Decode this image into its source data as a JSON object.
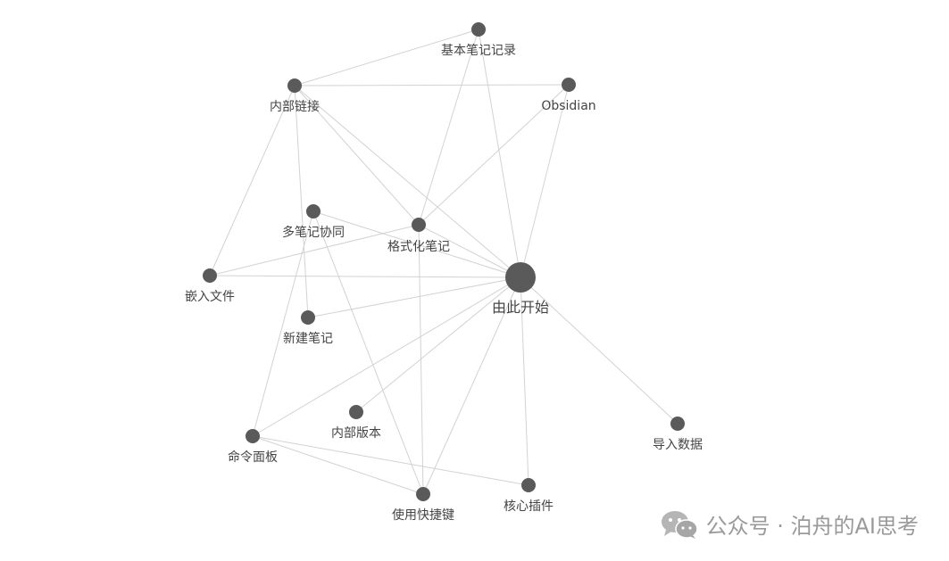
{
  "graph": {
    "hub_color": "#5a5a5a",
    "edge_color": "#d2d2d2",
    "nodes": [
      {
        "id": "start",
        "label": "由此开始",
        "hub": true
      },
      {
        "id": "basic",
        "label": "基本笔记记录"
      },
      {
        "id": "obsidian",
        "label": "Obsidian"
      },
      {
        "id": "internal-link",
        "label": "内部链接"
      },
      {
        "id": "multi-note",
        "label": "多笔记协同"
      },
      {
        "id": "format",
        "label": "格式化笔记"
      },
      {
        "id": "embed",
        "label": "嵌入文件"
      },
      {
        "id": "new-note",
        "label": "新建笔记"
      },
      {
        "id": "version",
        "label": "内部版本"
      },
      {
        "id": "command",
        "label": "命令面板"
      },
      {
        "id": "shortcut",
        "label": "使用快捷键"
      },
      {
        "id": "plugin",
        "label": "核心插件"
      },
      {
        "id": "import",
        "label": "导入数据"
      }
    ],
    "edges": [
      [
        "basic",
        "internal-link"
      ],
      [
        "internal-link",
        "obsidian"
      ],
      [
        "basic",
        "start"
      ],
      [
        "basic",
        "format"
      ],
      [
        "obsidian",
        "format"
      ],
      [
        "obsidian",
        "start"
      ],
      [
        "internal-link",
        "embed"
      ],
      [
        "internal-link",
        "new-note"
      ],
      [
        "internal-link",
        "format"
      ],
      [
        "internal-link",
        "start"
      ],
      [
        "multi-note",
        "start"
      ],
      [
        "multi-note",
        "shortcut"
      ],
      [
        "multi-note",
        "command"
      ],
      [
        "format",
        "start"
      ],
      [
        "format",
        "shortcut"
      ],
      [
        "embed",
        "format"
      ],
      [
        "embed",
        "start"
      ],
      [
        "new-note",
        "start"
      ],
      [
        "start",
        "command"
      ],
      [
        "start",
        "version"
      ],
      [
        "start",
        "shortcut"
      ],
      [
        "start",
        "plugin"
      ],
      [
        "start",
        "import"
      ],
      [
        "command",
        "shortcut"
      ],
      [
        "command",
        "plugin"
      ]
    ]
  },
  "watermark": {
    "text": "公众号 · 泊舟的AI思考",
    "icon": "wechat-icon"
  }
}
